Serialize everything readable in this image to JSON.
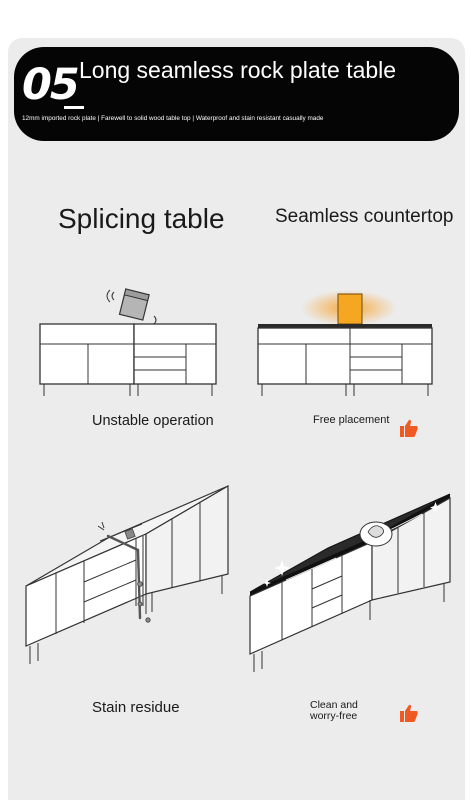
{
  "banner": {
    "number": "05",
    "title": "Long seamless rock plate table",
    "subtitle": "12mm imported rock plate | Farewell to solid wood table top | Waterproof and stain resistant casually made"
  },
  "comparison_top": {
    "left_heading": "Splicing table",
    "right_heading": "Seamless countertop",
    "left_caption": "Unstable operation",
    "right_caption": "Free placement"
  },
  "comparison_bottom": {
    "left_caption": "Stain residue",
    "right_caption_line1": "Clean and",
    "right_caption_line2": "worry-free"
  },
  "icons": {
    "thumbs_up": "thumbs-up-icon",
    "box": "box-icon",
    "wipe_hand": "wipe-hand-icon"
  },
  "colors": {
    "accent_orange": "#f05a22",
    "glow_orange": "#f7a22a",
    "banner_black": "#050505",
    "panel_gray": "#ececec",
    "countertop_dark": "#2a2a2a"
  }
}
